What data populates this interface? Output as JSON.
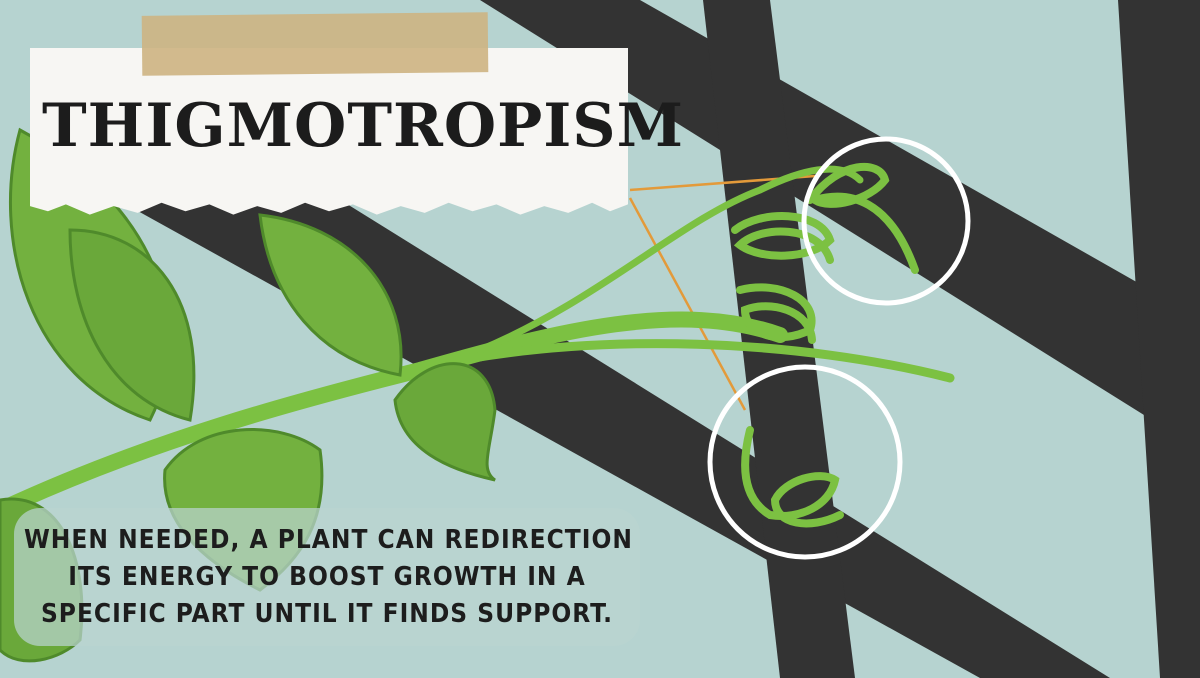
{
  "title": "THIGMOTROPISM",
  "caption": {
    "lines": [
      "WHEN NEEDED, A PLANT CAN REDIRECTION",
      "ITS ENERGY TO BOOST GROWTH IN A",
      "SPECIFIC PART UNTIL IT FINDS SUPPORT."
    ]
  },
  "colors": {
    "background": "#b6d3d0",
    "trellis": "#333333",
    "leaf": "#73b13f",
    "leaf_dark": "#4f8a2b",
    "stem": "#7cc142",
    "highlight_circle": "#ffffff",
    "pointer_line": "#e39a3a",
    "tape": "#cdb482"
  },
  "icons": [
    "trellis",
    "vine",
    "leaf",
    "tendril",
    "highlight-circle"
  ]
}
